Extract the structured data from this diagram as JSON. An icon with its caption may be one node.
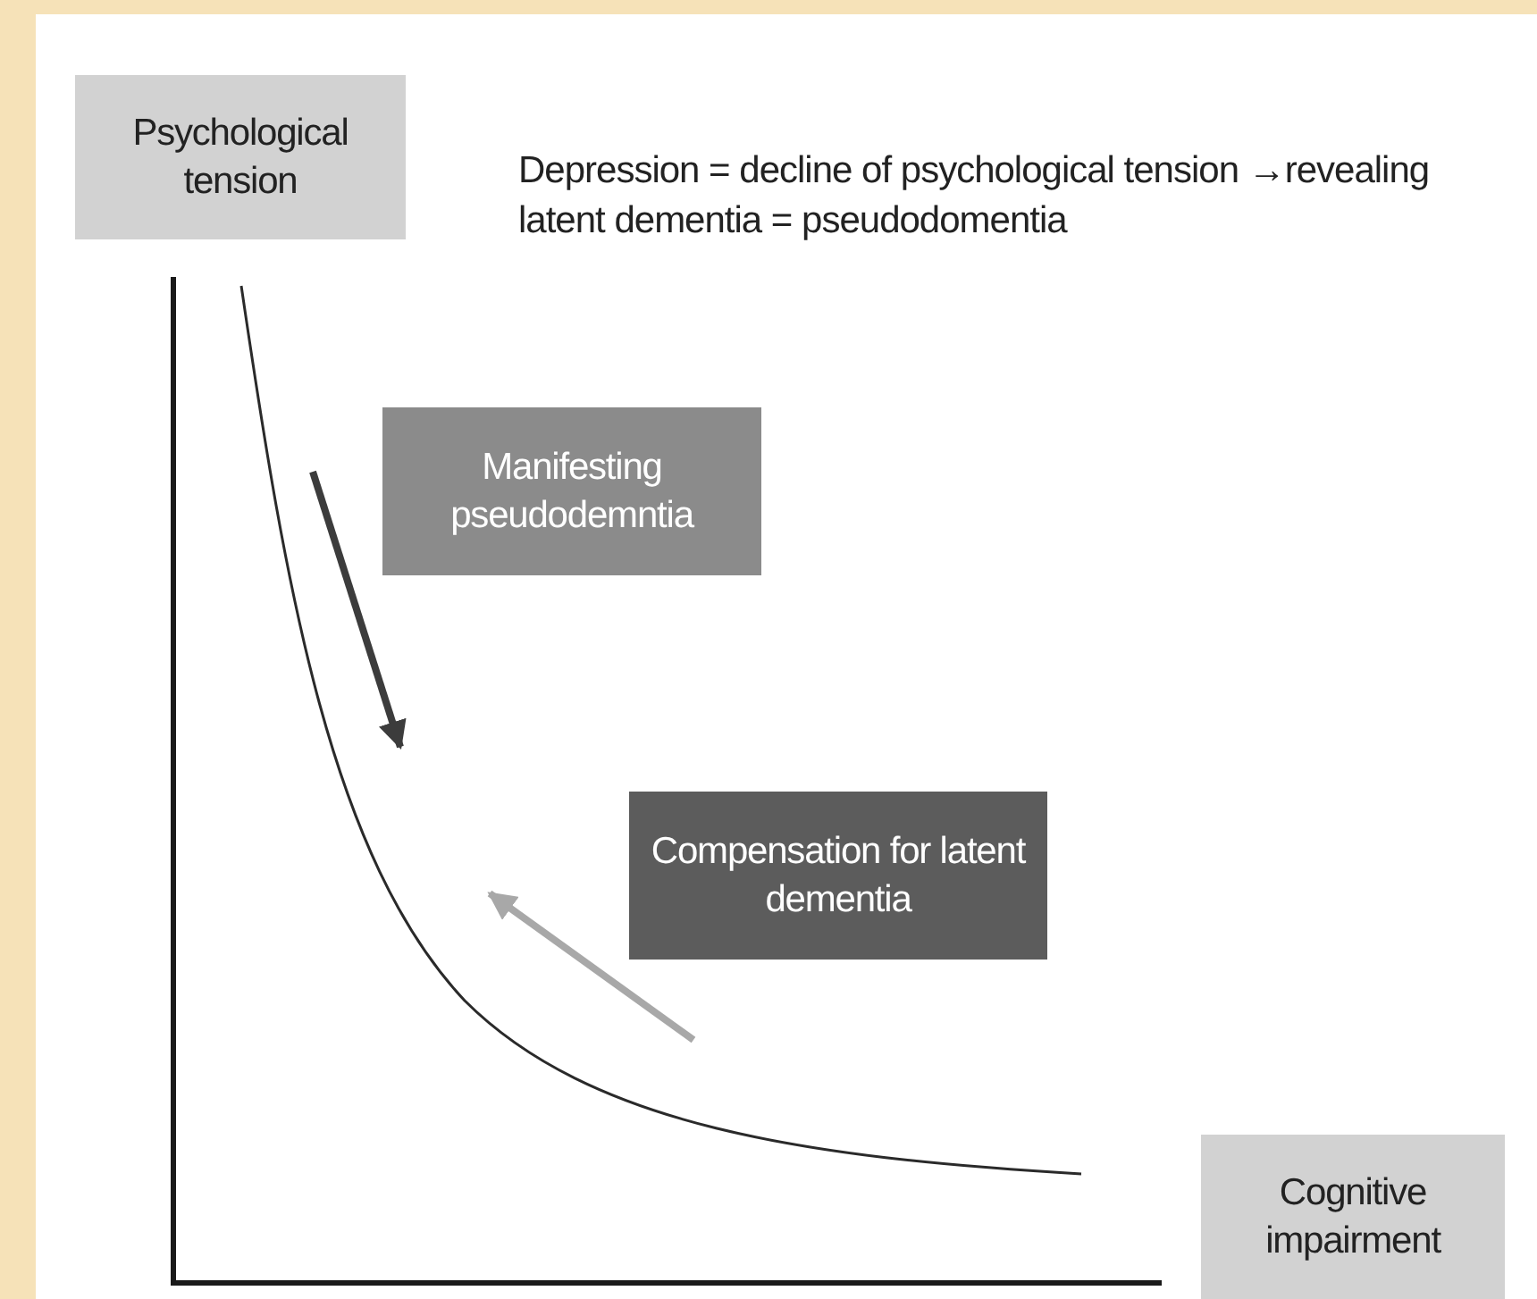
{
  "diagram": {
    "nodes": [
      {
        "text": [
          "Psychological tension"
        ]
      },
      {
        "text": [
          "Manifesting pseudodemntia"
        ]
      },
      {
        "text": [
          "Compensation for latent dementia"
        ]
      },
      {
        "text": [
          "Cognitive impairment"
        ]
      }
    ],
    "labels": [
      "Depression = decline of psychological tension →revealing latent dementia = pseudodomentia"
    ]
  }
}
